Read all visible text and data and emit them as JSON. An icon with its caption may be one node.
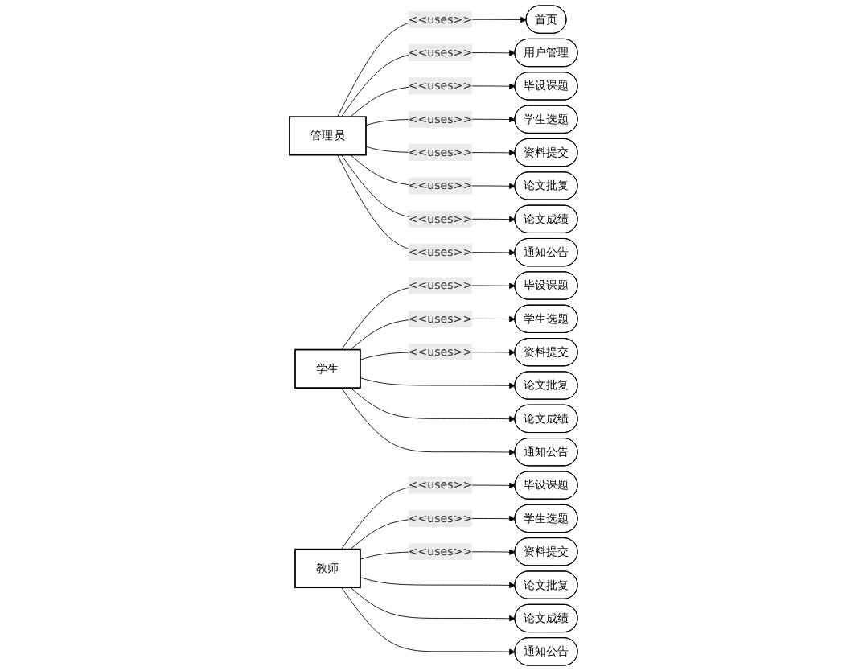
{
  "diagram": {
    "nodes": [
      {
        "text": [
          "管理员"
        ]
      },
      {
        "text": [
          "首页"
        ]
      },
      {
        "text": [
          "用户管理"
        ]
      },
      {
        "text": [
          "毕设课题"
        ]
      },
      {
        "text": [
          "学生选题"
        ]
      },
      {
        "text": [
          "资料提交"
        ]
      },
      {
        "text": [
          "论文批复"
        ]
      },
      {
        "text": [
          "论文成绩"
        ]
      },
      {
        "text": [
          "通知公告"
        ]
      },
      {
        "text": [
          "学生"
        ]
      },
      {
        "text": [
          "毕设课题"
        ]
      },
      {
        "text": [
          "学生选题"
        ]
      },
      {
        "text": [
          "资料提交"
        ]
      },
      {
        "text": [
          "论文批复"
        ]
      },
      {
        "text": [
          "论文成绩"
        ]
      },
      {
        "text": [
          "通知公告"
        ]
      },
      {
        "text": [
          "教师"
        ]
      },
      {
        "text": [
          "毕设课题"
        ]
      },
      {
        "text": [
          "学生选题"
        ]
      },
      {
        "text": [
          "资料提交"
        ]
      },
      {
        "text": [
          "论文批复"
        ]
      },
      {
        "text": [
          "论文成绩"
        ]
      },
      {
        "text": [
          "通知公告"
        ]
      }
    ],
    "edges": [
      {
        "from": 0,
        "to": 1,
        "arrow": "to",
        "label": "<<uses>>"
      },
      {
        "from": 0,
        "to": 2,
        "arrow": "to",
        "label": "<<uses>>"
      },
      {
        "from": 0,
        "to": 3,
        "arrow": "to",
        "label": "<<uses>>"
      },
      {
        "from": 0,
        "to": 4,
        "arrow": "to",
        "label": "<<uses>>"
      },
      {
        "from": 0,
        "to": 5,
        "arrow": "to",
        "label": "<<uses>>"
      },
      {
        "from": 0,
        "to": 6,
        "arrow": "to",
        "label": "<<uses>>"
      },
      {
        "from": 0,
        "to": 7,
        "arrow": "to",
        "label": "<<uses>>"
      },
      {
        "from": 0,
        "to": 8,
        "arrow": "to",
        "label": "<<uses>>"
      },
      {
        "from": 9,
        "to": 10,
        "arrow": "to",
        "label": "<<uses>>"
      },
      {
        "from": 9,
        "to": 11,
        "arrow": "to",
        "label": "<<uses>>"
      },
      {
        "from": 9,
        "to": 12,
        "arrow": "to",
        "label": "<<uses>>"
      },
      {
        "from": 9,
        "to": 13,
        "arrow": "to"
      },
      {
        "from": 9,
        "to": 14,
        "arrow": "to"
      },
      {
        "from": 9,
        "to": 15,
        "arrow": "to"
      },
      {
        "from": 16,
        "to": 17,
        "arrow": "to",
        "label": "<<uses>>"
      },
      {
        "from": 16,
        "to": 18,
        "arrow": "to",
        "label": "<<uses>>"
      },
      {
        "from": 16,
        "to": 19,
        "arrow": "to",
        "label": "<<uses>>"
      },
      {
        "from": 16,
        "to": 20,
        "arrow": "to"
      },
      {
        "from": 16,
        "to": 21,
        "arrow": "to"
      },
      {
        "from": 16,
        "to": 22,
        "arrow": "to"
      }
    ]
  }
}
